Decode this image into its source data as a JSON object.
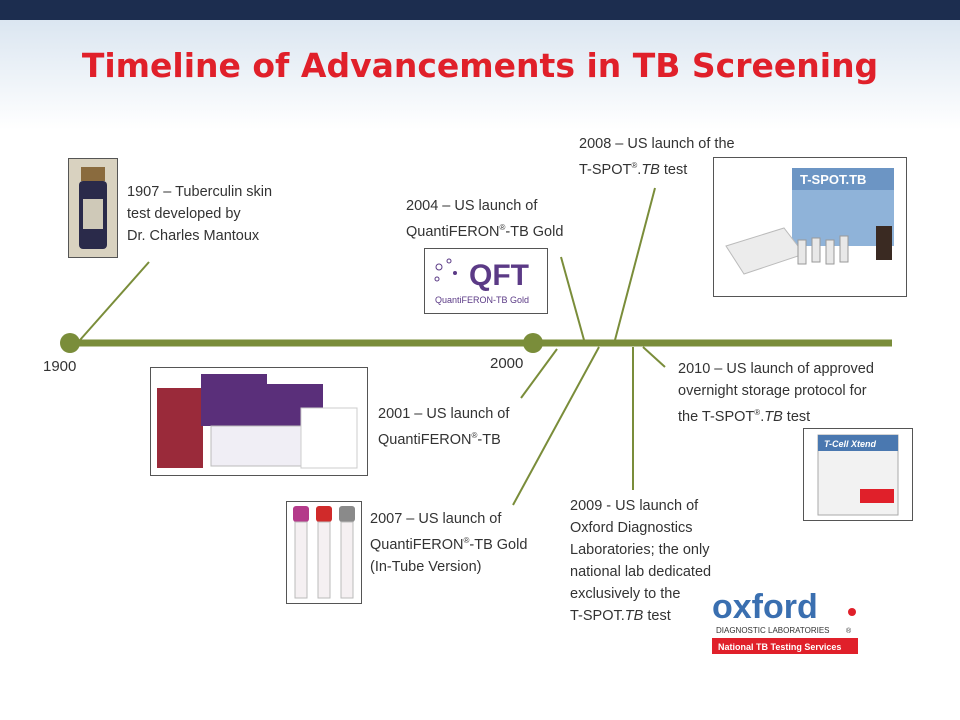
{
  "title": "Timeline of Advancements in TB Screening",
  "colors": {
    "title": "#e0202a",
    "timeline": "#7a8d3a",
    "topbar": "#1c2d4f"
  },
  "axis": {
    "start_label": "1900",
    "mid_label": "2000"
  },
  "events": {
    "e1907": {
      "line1": "1907 – Tuberculin skin",
      "line2": "test developed by",
      "line3": "Dr. Charles Mantoux",
      "image": "tuberculin-vial-image"
    },
    "e2001": {
      "line1": "2001 – US launch of",
      "line2": "QuantiFERON",
      "reg": "®",
      "line2b": "-TB",
      "image": "quantiferon-tb-kit-image"
    },
    "e2004": {
      "line1": "2004 – US launch of",
      "line2": "QuantiFERON",
      "reg": "®",
      "line2b": "-TB Gold",
      "image": "qft-logo-image",
      "logo_text": "QFT",
      "logo_sub": "QuantiFERON-TB Gold"
    },
    "e2007": {
      "line1": "2007 – US launch of",
      "line2": "QuantiFERON",
      "reg": "®",
      "line2b": "-TB Gold",
      "line3": "(In-Tube Version)",
      "image": "blood-tubes-image"
    },
    "e2008": {
      "line1": "2008 – US launch of the",
      "line2a": "T-SPOT",
      "reg": "®",
      "line2b": ".",
      "line2c": "TB",
      "line2d": " test",
      "image": "tspot-kit-image",
      "box_text": "T-SPOT.TB"
    },
    "e2009": {
      "line1": "2009 -  US launch of",
      "line2": "Oxford Diagnostics",
      "line3": "Laboratories; the only",
      "line4": "national lab dedicated",
      "line5": "exclusively to the",
      "line6a": "T-SPOT.",
      "line6b": "TB",
      "line6c": " test",
      "image": "oxford-logo-image",
      "logo_main": "oxford",
      "logo_sub": "DIAGNOSTIC LABORATORIES",
      "logo_reg": "®",
      "logo_band": "National TB Testing Services"
    },
    "e2010": {
      "line1": "2010 – US launch of approved",
      "line2": "overnight storage protocol for",
      "line3a": "the T-SPOT",
      "reg": "®",
      "line3b": ".",
      "line3c": "TB",
      "line3d": " test",
      "image": "tcell-xtend-image",
      "box_text": "T-Cell Xtend"
    }
  }
}
